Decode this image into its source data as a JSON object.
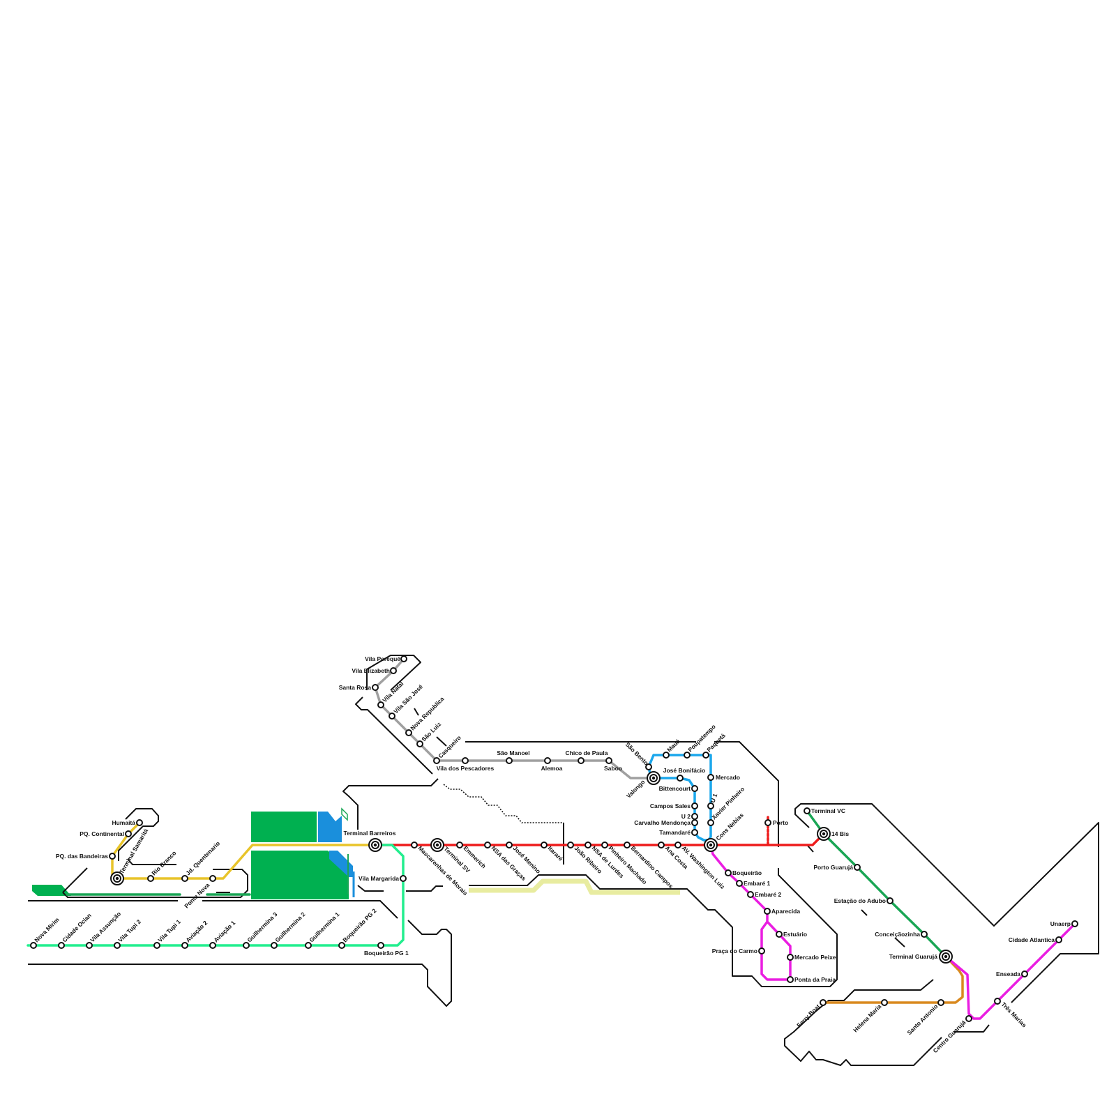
{
  "colors": {
    "red": "#ee1c1c",
    "yellow": "#e8c42a",
    "teal": "#22ee8e",
    "gray": "#a0a0a0",
    "blue": "#1aa7ec",
    "magenta": "#ea1de1",
    "green": "#1aa655",
    "orange": "#d9891f",
    "park_green": "#00b050",
    "water_blue": "#1a8fdc",
    "beige": "#e8eca0"
  },
  "stations": {
    "vila_pereque": "Vila Perequê",
    "vila_elizabeth": "Vila Elizabeth",
    "santa_rosa": "Santa Rosa",
    "vila_natal": "Vila Natal",
    "vila_sao_jose": "Vila São José",
    "nova_republica": "Nova Republica",
    "sao_luiz": "São Luiz",
    "casqueiro": "Casqueiro",
    "vila_dos_pescadores": "Vila dos Pescadores",
    "sao_manoel": "São Manoel",
    "alemoa": "Alemoa",
    "chico_de_paula": "Chico de Paula",
    "saboo": "Saboo",
    "valongo": "Valongo",
    "sao_bento": "São Bento",
    "maua": "Mauá",
    "poupatempo": "Poupatempo",
    "paqueta": "Paquetá",
    "mercado": "Mercado",
    "jose_bonifacio": "José Bonifácio",
    "bittencourt": "Bittencourt",
    "campos_sales": "Campos Sales",
    "u2": "U 2",
    "carvalho_mendonca": "Carvalho Mendonça",
    "tamandare": "Tamandaré",
    "u1": "U 1",
    "xavier_pinheiro": "Xavier Pinheiro",
    "cons_nebias": "Cons Nebias",
    "porto": "Porto",
    "humaita": "Humaitá",
    "pq_continental": "PQ. Continental",
    "pq_das_bandeiras": "PQ. das Bandeiras",
    "terminal_samarita": "Terminal Samaritá",
    "rio_branco": "Rio Branco",
    "jd_quentenario": "Jd. Quentenario",
    "ponte_nova": "Ponte Nova",
    "terminal_barreiros": "Terminal Barreiros",
    "mascarenhas_de_morais": "Mascarenhas de Morais",
    "terminal_sv": "Terminal SV",
    "emmerich": "Emmerich",
    "nsa_das_gracas": "NSA das Graças",
    "jose_menino": "José Menino",
    "itarare": "Itararé",
    "joao_ribeiro": "João Ribeiro",
    "nsa_de_lurdes": "NSA de Lurdes",
    "pinheiro_machado": "Pinheiro Machado",
    "bernardino_campos": "Bernardino Campos",
    "ana_costa": "Ana Costa",
    "av_washington_luiz": "AV. Washington Luiz",
    "vila_margarida": "Vila Margarida",
    "boqueirao_pg1": "Boqueirão PG 1",
    "nova_mirim": "Nova Mirim",
    "cidade_ocian": "Cidade Ocian",
    "vila_assuncao": "Vila Assunção",
    "vila_tupi_2": "Vila Tupi 2",
    "vila_tupi_1": "Vila Tupi 1",
    "aviacao_2": "Aviação 2",
    "aviacao_1": "Aviação 1",
    "guilhermina_3": "Guilhermina 3",
    "guilhermina_2": "Guilhermina 2",
    "guilhermina_1": "Guilhermina 1",
    "boqueirao_pg2": "Boqueirão PG 2",
    "boqueirao": "Boqueirão",
    "embare_1": "Embaré 1",
    "embare_2": "Embaré 2",
    "aparecida": "Aparecida",
    "estuario": "Estuário",
    "praca_do_carmo": "Praça do Carmo",
    "mercado_peixe": "Mercado Peixe",
    "ponta_da_praia": "Ponta da Praia",
    "terminal_vc": "Terminal VC",
    "14_bis": "14 Bis",
    "porto_guaruja": "Porto Guarujá",
    "estacao_do_adubo": "Estação do Adubo",
    "conceicaozinha": "Conceiçãozinha",
    "terminal_guaruja": "Terminal Guarujá",
    "ferry_boat": "Ferry Boat",
    "helena_maria": "Helena Maria",
    "santo_antonio": "Santo Antonio",
    "centro_guaruja": "Centro Guarujá",
    "tres_marias": "Três Marias",
    "enseada": "Enseada",
    "cidade_atlantica": "Cidade Atlantica",
    "unaerp": "Unaerp"
  }
}
